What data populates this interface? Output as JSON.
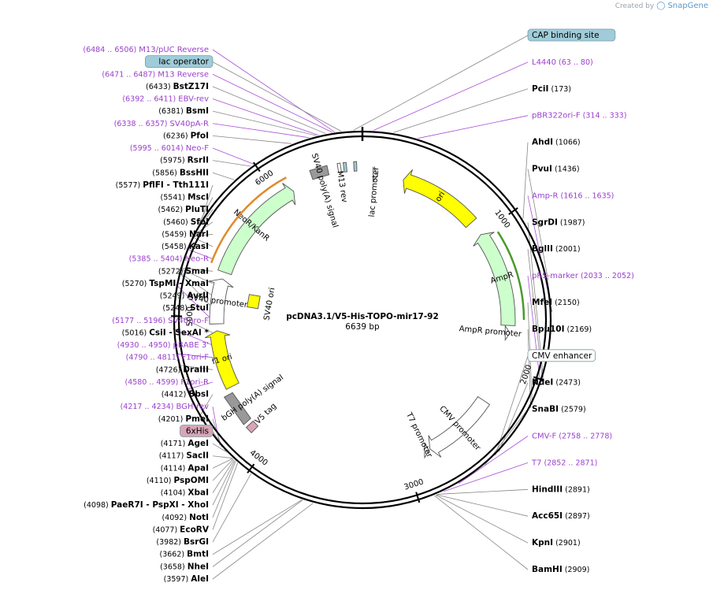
{
  "credit": {
    "prefix": "Created by",
    "brand": "SnapGene"
  },
  "plasmid": {
    "name": "pcDNA3.1/V5-His-TOPO-mir17-92",
    "size_label": "6639 bp",
    "length": 6639
  },
  "tick_labels": [
    "1000",
    "2000",
    "3000",
    "4000",
    "5000",
    "6000"
  ],
  "features": [
    {
      "name": "lac promoter",
      "start": 80,
      "end": 110,
      "kind": "promoter",
      "color": "#ffffff"
    },
    {
      "name": "ori",
      "start": 300,
      "end": 890,
      "kind": "arrow",
      "dir": -1,
      "color": "#ffff00"
    },
    {
      "name": "AmpR",
      "start": 1000,
      "end": 1700,
      "kind": "arrow",
      "dir": -1,
      "color": "#ccffcc"
    },
    {
      "name": "AmpR promoter",
      "start": 1700,
      "end": 1810,
      "kind": "promoter",
      "color": "#ffffff"
    },
    {
      "name": "CMV promoter",
      "start": 2280,
      "end": 2810,
      "kind": "arrow",
      "dir": 1,
      "color": "#ffffff"
    },
    {
      "name": "T7 promoter",
      "start": 2810,
      "end": 2860,
      "kind": "promoter",
      "color": "#ffffff"
    },
    {
      "name": "V5 tag",
      "start": 4140,
      "end": 4190,
      "kind": "box",
      "color": "#d8a5b5"
    },
    {
      "name": "bGH poly(A) signal",
      "start": 4215,
      "end": 4440,
      "kind": "box",
      "color": "#999999"
    },
    {
      "name": "f1 ori",
      "start": 4480,
      "end": 4900,
      "kind": "arrow",
      "dir": 1,
      "color": "#ffff00"
    },
    {
      "name": "SV40 promoter",
      "start": 4950,
      "end": 5280,
      "kind": "arrow",
      "dir": 1,
      "color": "#ffffff"
    },
    {
      "name": "SV40 ori",
      "start": 5120,
      "end": 5190,
      "kind": "inner-box",
      "color": "#ffff00"
    },
    {
      "name": "NeoR/KanR",
      "start": 5330,
      "end": 6120,
      "kind": "arrow",
      "dir": 1,
      "color": "#ccffcc"
    },
    {
      "name": "SV40 poly(A) signal",
      "start": 6280,
      "end": 6400,
      "kind": "box",
      "color": "#999999"
    },
    {
      "name": "M13 rev",
      "start": 6470,
      "end": 6490,
      "kind": "box",
      "color": "#ffffff"
    },
    {
      "name": "lac operator",
      "start": 6510,
      "end": 6530,
      "kind": "box",
      "color": "#a0ccd9"
    },
    {
      "name": "CAP binding site",
      "start": 6580,
      "end": 6600,
      "kind": "box",
      "color": "#a0ccd9"
    }
  ],
  "primer_arcs": [
    {
      "name": "orange",
      "start": 5360,
      "end": 6120,
      "color": "#e08a2a"
    },
    {
      "name": "green",
      "start": 1050,
      "end": 1660,
      "color": "#4a9a2a"
    }
  ],
  "left_labels": [
    {
      "pos": "6484 .. 6506",
      "name": "M13/pUC Reverse",
      "type": "primer"
    },
    {
      "name": "lac operator",
      "type": "boxed",
      "color": "#a0ccd9"
    },
    {
      "pos": "6471 .. 6487",
      "name": "M13 Reverse",
      "type": "primer"
    },
    {
      "pos": "6433",
      "name": "BstZ17I",
      "type": "enzyme"
    },
    {
      "pos": "6392 .. 6411",
      "name": "EBV-rev",
      "type": "primer"
    },
    {
      "pos": "6381",
      "name": "BsmI",
      "type": "enzyme"
    },
    {
      "pos": "6338 .. 6357",
      "name": "SV40pA-R",
      "type": "primer"
    },
    {
      "pos": "6236",
      "name": "PfoI",
      "type": "enzyme"
    },
    {
      "pos": "5995 .. 6014",
      "name": "Neo-F",
      "type": "primer"
    },
    {
      "pos": "5975",
      "name": "RsrII",
      "type": "enzyme"
    },
    {
      "pos": "5856",
      "name": "BssHII",
      "type": "enzyme"
    },
    {
      "pos": "5577",
      "name": "PflFI  - Tth111I",
      "type": "enzyme"
    },
    {
      "pos": "5541",
      "name": "MscI",
      "type": "enzyme"
    },
    {
      "pos": "5462",
      "name": "PluTI",
      "type": "enzyme"
    },
    {
      "pos": "5460",
      "name": "SfoI",
      "type": "enzyme"
    },
    {
      "pos": "5459",
      "name": "NarI",
      "type": "enzyme"
    },
    {
      "pos": "5458",
      "name": "KasI",
      "type": "enzyme"
    },
    {
      "pos": "5385 .. 5404",
      "name": "Neo-R",
      "type": "primer"
    },
    {
      "pos": "5272",
      "name": "SmaI",
      "type": "enzyme"
    },
    {
      "pos": "5270",
      "name": "TspMI  - XmaI",
      "type": "enzyme"
    },
    {
      "pos": "5249",
      "name": "AvrII",
      "type": "enzyme"
    },
    {
      "pos": "5248",
      "name": "StuI",
      "type": "enzyme"
    },
    {
      "pos": "5177 .. 5196",
      "name": "SV40pro-F",
      "type": "primer"
    },
    {
      "pos": "5016",
      "name": "CsiI  - SexAI *",
      "type": "enzyme"
    },
    {
      "pos": "4930 .. 4950",
      "name": "pBABE 3'",
      "type": "primer"
    },
    {
      "pos": "4790 .. 4811",
      "name": "F1ori-F",
      "type": "primer"
    },
    {
      "pos": "4726",
      "name": "DraIII",
      "type": "enzyme"
    },
    {
      "pos": "4580 .. 4599",
      "name": "F1ori-R",
      "type": "primer"
    },
    {
      "pos": "4412",
      "name": "BbsI",
      "type": "enzyme"
    },
    {
      "pos": "4217 .. 4234",
      "name": "BGH-rev",
      "type": "primer"
    },
    {
      "pos": "4201",
      "name": "PmeI",
      "type": "enzyme"
    },
    {
      "name": "6xHis",
      "type": "boxed",
      "color": "#d8a5b5"
    },
    {
      "pos": "4171",
      "name": "AgeI",
      "type": "enzyme"
    },
    {
      "pos": "4117",
      "name": "SacII",
      "type": "enzyme"
    },
    {
      "pos": "4114",
      "name": "ApaI",
      "type": "enzyme"
    },
    {
      "pos": "4110",
      "name": "PspOMI",
      "type": "enzyme"
    },
    {
      "pos": "4104",
      "name": "XbaI",
      "type": "enzyme"
    },
    {
      "pos": "4098",
      "name": "PaeR7I  - PspXI  - XhoI",
      "type": "enzyme"
    },
    {
      "pos": "4092",
      "name": "NotI",
      "type": "enzyme"
    },
    {
      "pos": "4077",
      "name": "EcoRV",
      "type": "enzyme"
    },
    {
      "pos": "3982",
      "name": "BsrGI",
      "type": "enzyme"
    },
    {
      "pos": "3662",
      "name": "BmtI",
      "type": "enzyme"
    },
    {
      "pos": "3658",
      "name": "NheI",
      "type": "enzyme"
    },
    {
      "pos": "3597",
      "name": "AleI",
      "type": "enzyme"
    }
  ],
  "right_labels": [
    {
      "name": "CAP binding site",
      "type": "boxed",
      "color": "#a0ccd9"
    },
    {
      "pos": "63 .. 80",
      "name": "L4440",
      "type": "primer"
    },
    {
      "pos": "173",
      "name": "PciI",
      "type": "enzyme"
    },
    {
      "pos": "314 .. 333",
      "name": "pBR322ori-F",
      "type": "primer"
    },
    {
      "pos": "1066",
      "name": "AhdI",
      "type": "enzyme"
    },
    {
      "pos": "1436",
      "name": "PvuI",
      "type": "enzyme"
    },
    {
      "pos": "1616 .. 1635",
      "name": "Amp-R",
      "type": "primer"
    },
    {
      "pos": "1987",
      "name": "SgrDI",
      "type": "enzyme"
    },
    {
      "pos": "2001",
      "name": "BglII",
      "type": "enzyme"
    },
    {
      "pos": "2033 .. 2052",
      "name": "pRS-marker",
      "type": "primer"
    },
    {
      "pos": "2150",
      "name": "MfeI",
      "type": "enzyme"
    },
    {
      "pos": "2169",
      "name": "Bpu10I",
      "type": "enzyme"
    },
    {
      "name": "CMV enhancer",
      "type": "boxed",
      "color": "#ffffff"
    },
    {
      "pos": "2473",
      "name": "NdeI",
      "type": "enzyme"
    },
    {
      "pos": "2579",
      "name": "SnaBI",
      "type": "enzyme"
    },
    {
      "pos": "2758 .. 2778",
      "name": "CMV-F",
      "type": "primer"
    },
    {
      "pos": "2852 .. 2871",
      "name": "T7",
      "type": "primer"
    },
    {
      "pos": "2891",
      "name": "HindIII",
      "type": "enzyme"
    },
    {
      "pos": "2897",
      "name": "Acc65I",
      "type": "enzyme"
    },
    {
      "pos": "2901",
      "name": "KpnI",
      "type": "enzyme"
    },
    {
      "pos": "2909",
      "name": "BamHI",
      "type": "enzyme"
    }
  ],
  "colors": {
    "primer": "#9a3fcc",
    "enzyme": "#000000",
    "line": "#888888",
    "primer_line": "#a94fd8"
  }
}
